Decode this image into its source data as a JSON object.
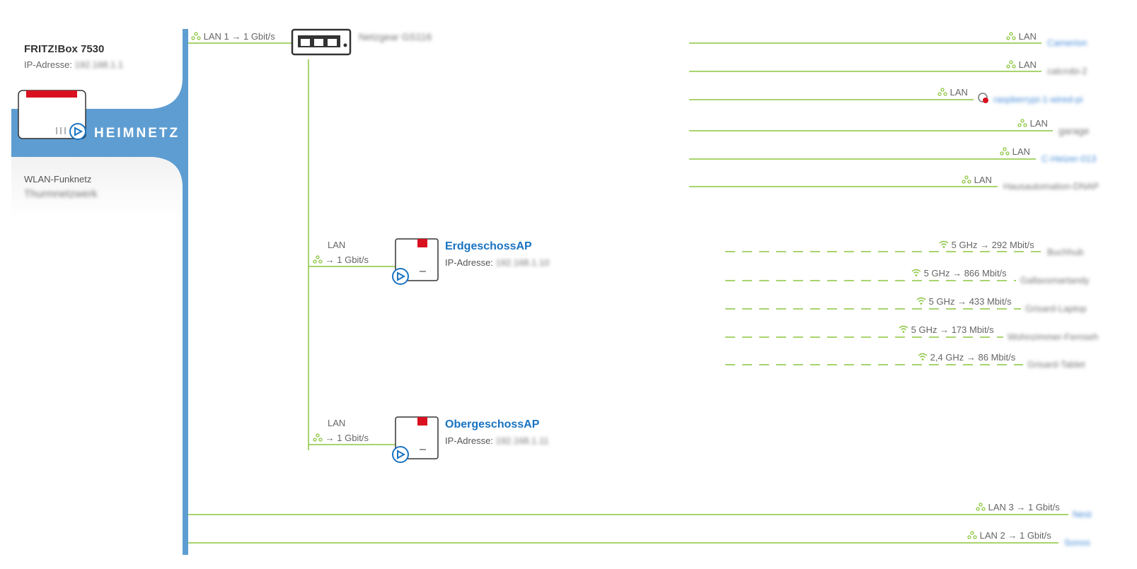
{
  "fritzbox": {
    "title": "FRITZ!Box 7530",
    "ip_label": "IP-Adresse:",
    "ip_value": "192.168.1.1"
  },
  "heimnetz_label": "HEIMNETZ",
  "wlan": {
    "label": "WLAN-Funknetz",
    "name": "Thurmnetzwerk"
  },
  "switch": {
    "port_label": "LAN 1 → 1 Gbit/s",
    "name": "Netzgear GS116"
  },
  "switch_devices": [
    {
      "conn": "LAN",
      "name": "Camerion"
    },
    {
      "conn": "LAN",
      "name": "calcrobi-2"
    },
    {
      "conn": "LAN",
      "name": "raspberrypi-1-wired-pi"
    },
    {
      "conn": "LAN",
      "name": "garage"
    },
    {
      "conn": "LAN",
      "name": "C-Heizer-013"
    },
    {
      "conn": "LAN",
      "name": "Hausautomation-DNAP"
    }
  ],
  "aps": [
    {
      "conn_top": "LAN",
      "conn_speed": "→ 1 Gbit/s",
      "name": "ErdgeschossAP",
      "ip_label": "IP-Adresse:",
      "ip_value": "192.168.1.10"
    },
    {
      "conn_top": "LAN",
      "conn_speed": "→ 1 Gbit/s",
      "name": "ObergeschossAP",
      "ip_label": "IP-Adresse:",
      "ip_value": "192.168.1.11"
    }
  ],
  "wifi_devices": [
    {
      "conn": "5 GHz → 292 Mbit/s",
      "name": "Buchhub"
    },
    {
      "conn": "5 GHz → 866 Mbit/s",
      "name": "Gallaxsmartandy"
    },
    {
      "conn": "5 GHz → 433 Mbit/s",
      "name": "Grisard-Laptop"
    },
    {
      "conn": "5 GHz → 173 Mbit/s",
      "name": "Wohnzimmer-Fernseh"
    },
    {
      "conn": "2,4 GHz → 86 Mbit/s",
      "name": "Grisard-Tablet"
    }
  ],
  "bottom_devices": [
    {
      "conn": "LAN 3 → 1 Gbit/s",
      "name": "Nest"
    },
    {
      "conn": "LAN 2 → 1 Gbit/s",
      "name": "Sonos"
    }
  ],
  "colors": {
    "accent_blue": "#5e9dd1",
    "line_green": "#8cc63f",
    "link_blue": "#1a73c1",
    "fritz_red": "#d9101f"
  }
}
